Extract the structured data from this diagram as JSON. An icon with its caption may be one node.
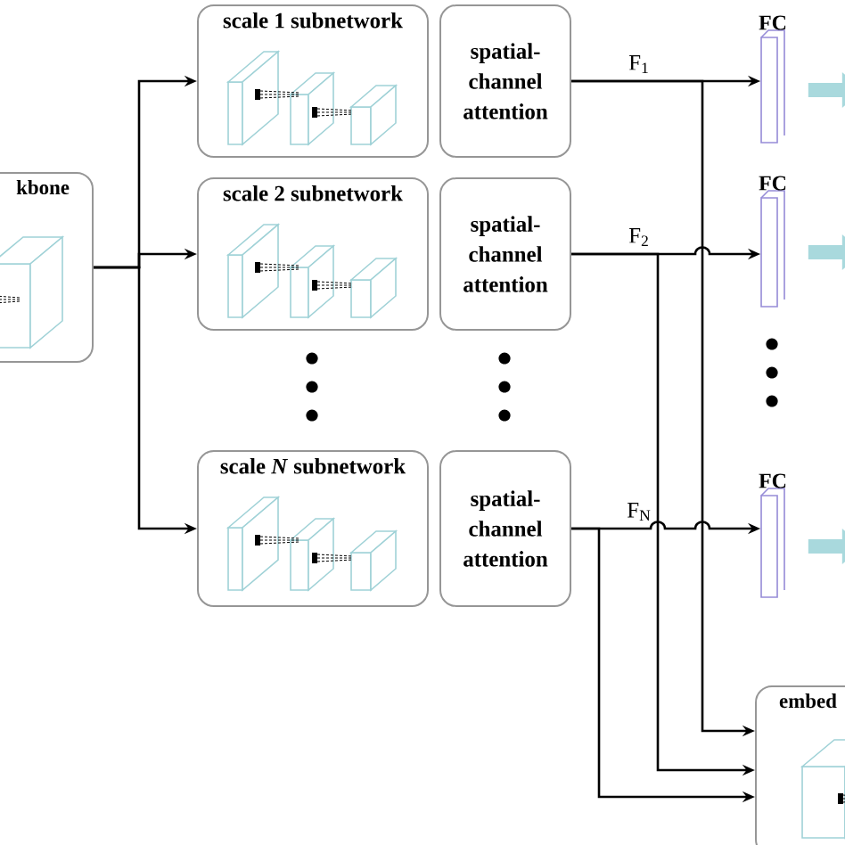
{
  "diagram": {
    "nodes": [
      {
        "text": [
          "kbone"
        ]
      },
      {
        "text": [
          "scale 1 subnetwork"
        ]
      },
      {
        "text": [
          "scale 2 subnetwork"
        ]
      },
      {
        "text": [
          "scale *N* subnetwork"
        ]
      },
      {
        "text": [
          "spatial-channel attention"
        ]
      },
      {
        "text": [
          "spatial-channel attention"
        ]
      },
      {
        "text": [
          "spatial-channel attention"
        ]
      },
      {
        "text": [
          "FC"
        ]
      },
      {
        "text": [
          "FC"
        ]
      },
      {
        "text": [
          "FC"
        ]
      },
      {
        "text": [
          "embed"
        ]
      }
    ],
    "edges": [
      {
        "from": 0,
        "to": 1,
        "arrow": "to"
      },
      {
        "from": 0,
        "to": 2,
        "arrow": "to"
      },
      {
        "from": 0,
        "to": 3,
        "arrow": "to"
      },
      {
        "from": 4,
        "to": 7,
        "arrow": "to",
        "label": "F$_{1}$"
      },
      {
        "from": 5,
        "to": 8,
        "arrow": "to",
        "label": "F$_{2}$"
      },
      {
        "from": 6,
        "to": 9,
        "arrow": "to",
        "label": "F$_{N}$"
      },
      {
        "from": 4,
        "to": 10,
        "arrow": "to"
      },
      {
        "from": 5,
        "to": 10,
        "arrow": "to"
      },
      {
        "from": 6,
        "to": 10,
        "arrow": "to"
      },
      {
        "from": 7,
        "to": null,
        "arrow": "to",
        "style": "thick",
        "color": "#a9d9dd"
      },
      {
        "from": 8,
        "to": null,
        "arrow": "to",
        "style": "thick",
        "color": "#a9d9dd"
      },
      {
        "from": 9,
        "to": null,
        "arrow": "to",
        "style": "thick",
        "color": "#a9d9dd"
      }
    ]
  }
}
